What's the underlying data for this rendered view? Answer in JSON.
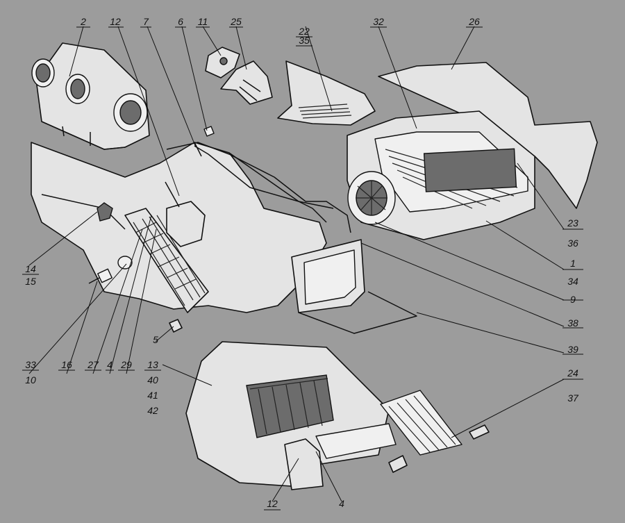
{
  "callouts": {
    "c2": "2",
    "c12_top": "12",
    "c7": "7",
    "c6": "6",
    "c11": "11",
    "c25": "25",
    "c22": "22",
    "c35": "35",
    "c32": "32",
    "c26": "26",
    "c23": "23",
    "c36": "36",
    "c1": "1",
    "c34": "34",
    "c9": "9",
    "c38": "38",
    "c39": "39",
    "c14": "14",
    "c15": "15",
    "c33": "33",
    "c10": "10",
    "c16": "16",
    "c27": "27",
    "c4_left": "4",
    "c29": "29",
    "c5": "5",
    "c13": "13",
    "c40": "40",
    "c41": "41",
    "c42": "42",
    "c24": "24",
    "c37": "37",
    "c12_bottom": "12",
    "c4_bottom": "4"
  }
}
